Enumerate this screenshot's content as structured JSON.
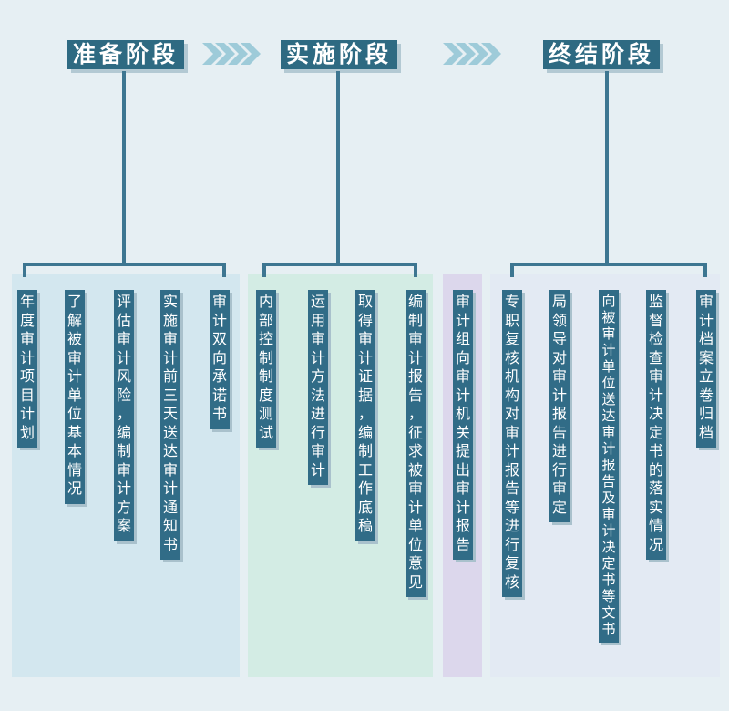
{
  "stages": [
    {
      "title": "准备阶段",
      "color": "#d3e7ef",
      "items": [
        "年度审计项目计划",
        "了解被审计单位基本情况",
        "评估审计风险，编制审计方案",
        "实施审计前三天送达审计通知书",
        "审计双向承诺书"
      ]
    },
    {
      "title": "实施阶段",
      "color": "#d3ece4",
      "items": [
        "内部控制制度测试",
        "运用审计方法进行审计",
        "取得审计证据，编制工作底稿",
        "编制审计报告，征求被审计单位意见",
        "审计组向审计机关提出审计报告"
      ]
    },
    {
      "title": "终结阶段",
      "color": "#e3eaf3",
      "items": [
        "专职复核机构对审计报告等进行复核",
        "局领导对审计报告进行审定",
        "向被审计单位送达审计报告及审计决定书等文书",
        "监督检查审计决定书的落实情况",
        "审计档案立卷归档"
      ]
    }
  ],
  "colors": {
    "header_bg": "#2e6a82",
    "item_bg": "#316c87",
    "line": "#3d7691",
    "arrow": "#9ecbd9",
    "highlight_panel": "#dcd7ec"
  }
}
